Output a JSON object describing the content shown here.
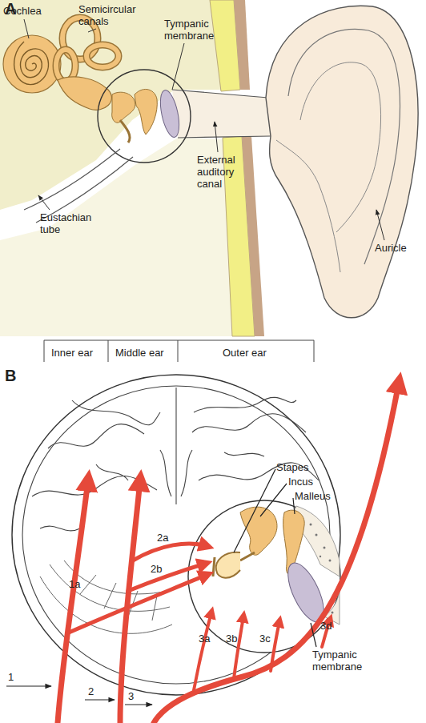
{
  "diagram": {
    "labels": [
      "A",
      "Cochlea",
      "Semicircular canals",
      "Tympanic membrane",
      "External auditory canal",
      "Eustachian tube",
      "Auricle",
      "Inner ear",
      "Middle ear",
      "Outer ear",
      "B",
      "Stapes",
      "Incus",
      "Malleus",
      "2a",
      "2b",
      "1a",
      "3a",
      "3b",
      "3c",
      "3d",
      "Tympanic membrane",
      "1",
      "2",
      "3"
    ]
  }
}
